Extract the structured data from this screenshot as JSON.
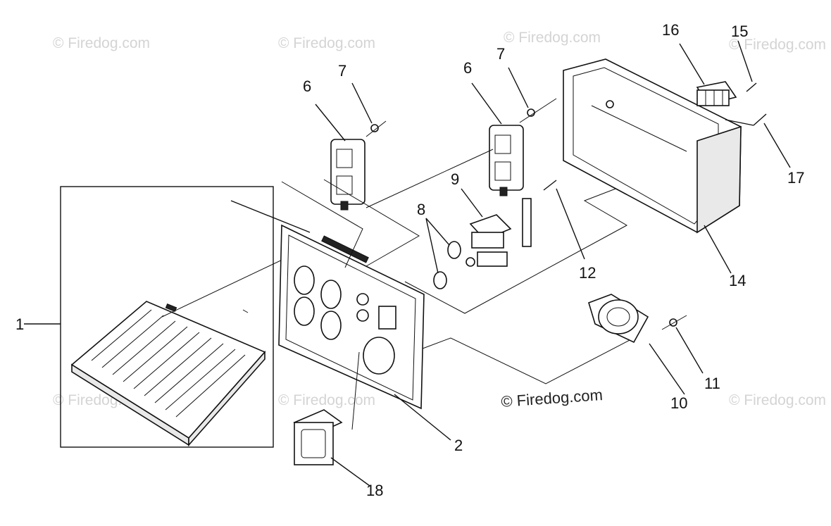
{
  "diagram": {
    "watermark": "© Firedog.com",
    "watermark_main": "© Firedog.com",
    "callouts": {
      "c1": "1",
      "c2": "2",
      "c6a": "6",
      "c6b": "6",
      "c7a": "7",
      "c7b": "7",
      "c8": "8",
      "c9": "9",
      "c10": "10",
      "c11": "11",
      "c12": "12",
      "c14": "14",
      "c15": "15",
      "c16": "16",
      "c17": "17",
      "c18": "18"
    }
  }
}
